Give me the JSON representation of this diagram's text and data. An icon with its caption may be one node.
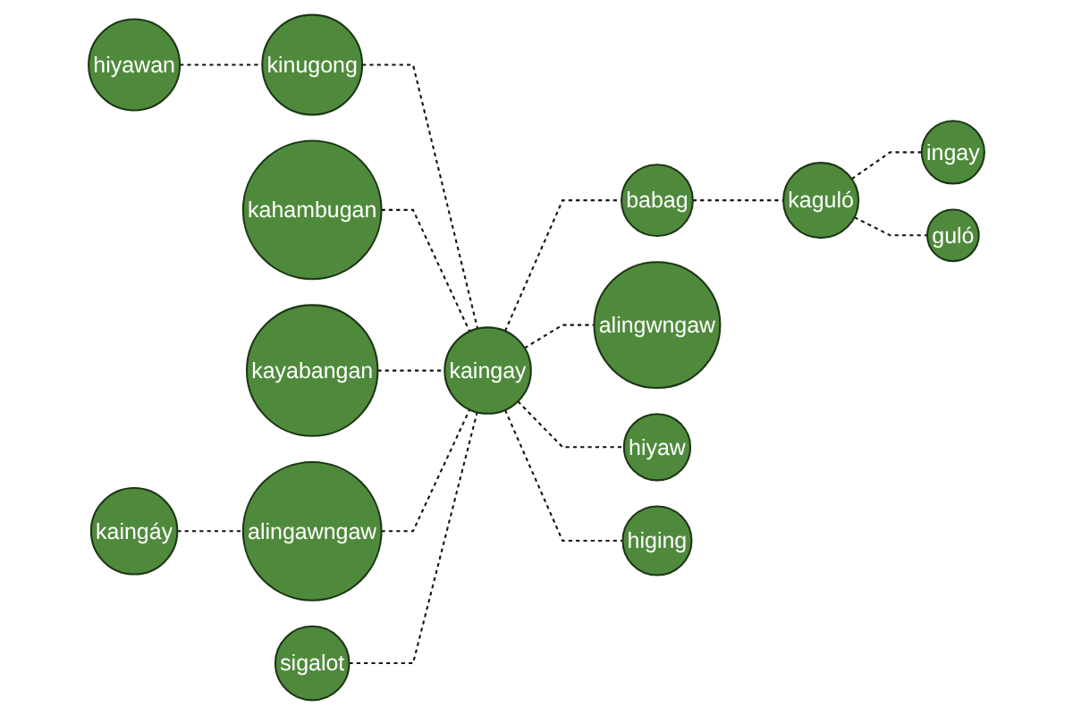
{
  "diagram": {
    "nodes": [
      {
        "text": [
          "hiyawan"
        ]
      },
      {
        "text": [
          "kinugong"
        ]
      },
      {
        "text": [
          "kahambugan"
        ]
      },
      {
        "text": [
          "kaingáy"
        ]
      },
      {
        "text": [
          "kayabangan"
        ]
      },
      {
        "text": [
          "alingawngaw"
        ]
      },
      {
        "text": [
          "sigalot"
        ]
      },
      {
        "text": [
          "kaingay"
        ]
      },
      {
        "text": [
          "ingay"
        ]
      },
      {
        "text": [
          "babag"
        ]
      },
      {
        "text": [
          "kaguló"
        ]
      },
      {
        "text": [
          "alingwngaw"
        ]
      },
      {
        "text": [
          "guló"
        ]
      },
      {
        "text": [
          "hiyaw"
        ]
      },
      {
        "text": [
          "higing"
        ]
      }
    ],
    "edges": [
      {
        "from": 0,
        "to": 1,
        "arrow": "none",
        "style": "dashed"
      },
      {
        "from": 1,
        "to": 7,
        "arrow": "none",
        "style": "dashed"
      },
      {
        "from": 2,
        "to": 7,
        "arrow": "none",
        "style": "dashed"
      },
      {
        "from": 3,
        "to": 5,
        "arrow": "none",
        "style": "dashed"
      },
      {
        "from": 4,
        "to": 7,
        "arrow": "none",
        "style": "dashed"
      },
      {
        "from": 5,
        "to": 7,
        "arrow": "none",
        "style": "dashed"
      },
      {
        "from": 6,
        "to": 7,
        "arrow": "none",
        "style": "dashed"
      },
      {
        "from": 7,
        "to": 9,
        "arrow": "none",
        "style": "dashed"
      },
      {
        "from": 9,
        "to": 10,
        "arrow": "none",
        "style": "dashed"
      },
      {
        "from": 10,
        "to": 8,
        "arrow": "none",
        "style": "dashed"
      },
      {
        "from": 10,
        "to": 12,
        "arrow": "none",
        "style": "dashed"
      },
      {
        "from": 7,
        "to": 11,
        "arrow": "none",
        "style": "dashed"
      },
      {
        "from": 7,
        "to": 14,
        "arrow": "none",
        "style": "dashed"
      },
      {
        "from": 7,
        "to": 13,
        "arrow": "none",
        "style": "dashed"
      }
    ]
  }
}
